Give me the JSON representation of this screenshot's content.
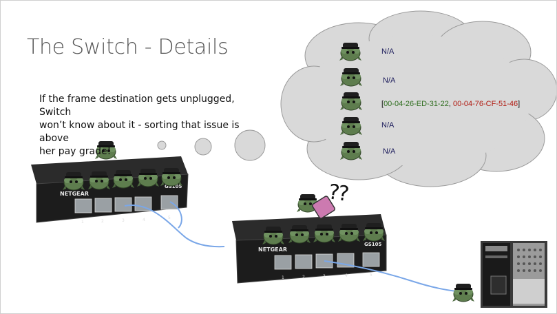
{
  "slide": {
    "title": "The Switch - Details",
    "body_lines": [
      "If the frame destination gets unplugged, Switch",
      "won’t know about it - sorting that issue is above",
      "her pay grade!"
    ]
  },
  "cloud": {
    "entries": [
      {
        "label": "N/A"
      },
      {
        "label": "N/A"
      },
      {
        "mac_open": "[",
        "mac_1": "00-04-26-ED-31-22",
        "mac_sep": ", ",
        "mac_2": "00-04-76-CF-51-46",
        "mac_close": "]"
      },
      {
        "label": "N/A"
      },
      {
        "label": "N/A"
      }
    ]
  },
  "annotation": {
    "question_marks": "??"
  },
  "switches": [
    {
      "brand": "NETGEAR",
      "model": "GS105",
      "port_numbers": [
        "1",
        "2",
        "3",
        "4",
        "5"
      ]
    },
    {
      "brand": "NETGEAR",
      "model": "GS105",
      "port_numbers": [
        "1",
        "2",
        "3",
        "4",
        "5"
      ]
    }
  ],
  "colors": {
    "cloud_fill": "#d9d9d9",
    "cable": "#7aa7e8",
    "mascot": "#5e7d4e",
    "mac_green": "#2f6e1f",
    "mac_red": "#b0180e",
    "sticky": "#cc7ab0"
  }
}
